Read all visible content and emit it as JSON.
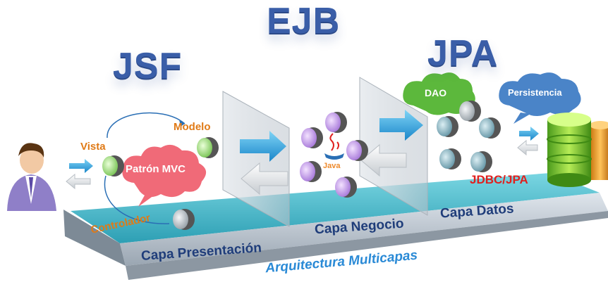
{
  "headings": {
    "jsf": "JSF",
    "ejb": "EJB",
    "jpa": "JPA"
  },
  "mvc": {
    "vista": "Vista",
    "modelo": "Modelo",
    "controlador": "Controlador",
    "patron": "Patrón MVC"
  },
  "java_label": "Java",
  "dao_label": "DAO",
  "persistencia_label": "Persistencia",
  "jdbc_label": "JDBC/JPA",
  "layers": {
    "presentacion": "Capa Presentación",
    "negocio": "Capa Negocio",
    "datos": "Capa Datos"
  },
  "footer": "Arquitectura Multicapas",
  "colors": {
    "heading": "#3a5ea8",
    "platform": "#5fc6d6",
    "orange_text": "#e07a16",
    "red_text": "#e0201e",
    "cloud_pink": "#f06a78",
    "cloud_green": "#5cb83c",
    "cloud_blue": "#4a84c8",
    "arrow": "#36a6e0"
  },
  "icons": [
    "user-icon",
    "cylinder-icon",
    "cloud-icon",
    "arrow-icon",
    "database-icon",
    "java-logo-icon"
  ]
}
